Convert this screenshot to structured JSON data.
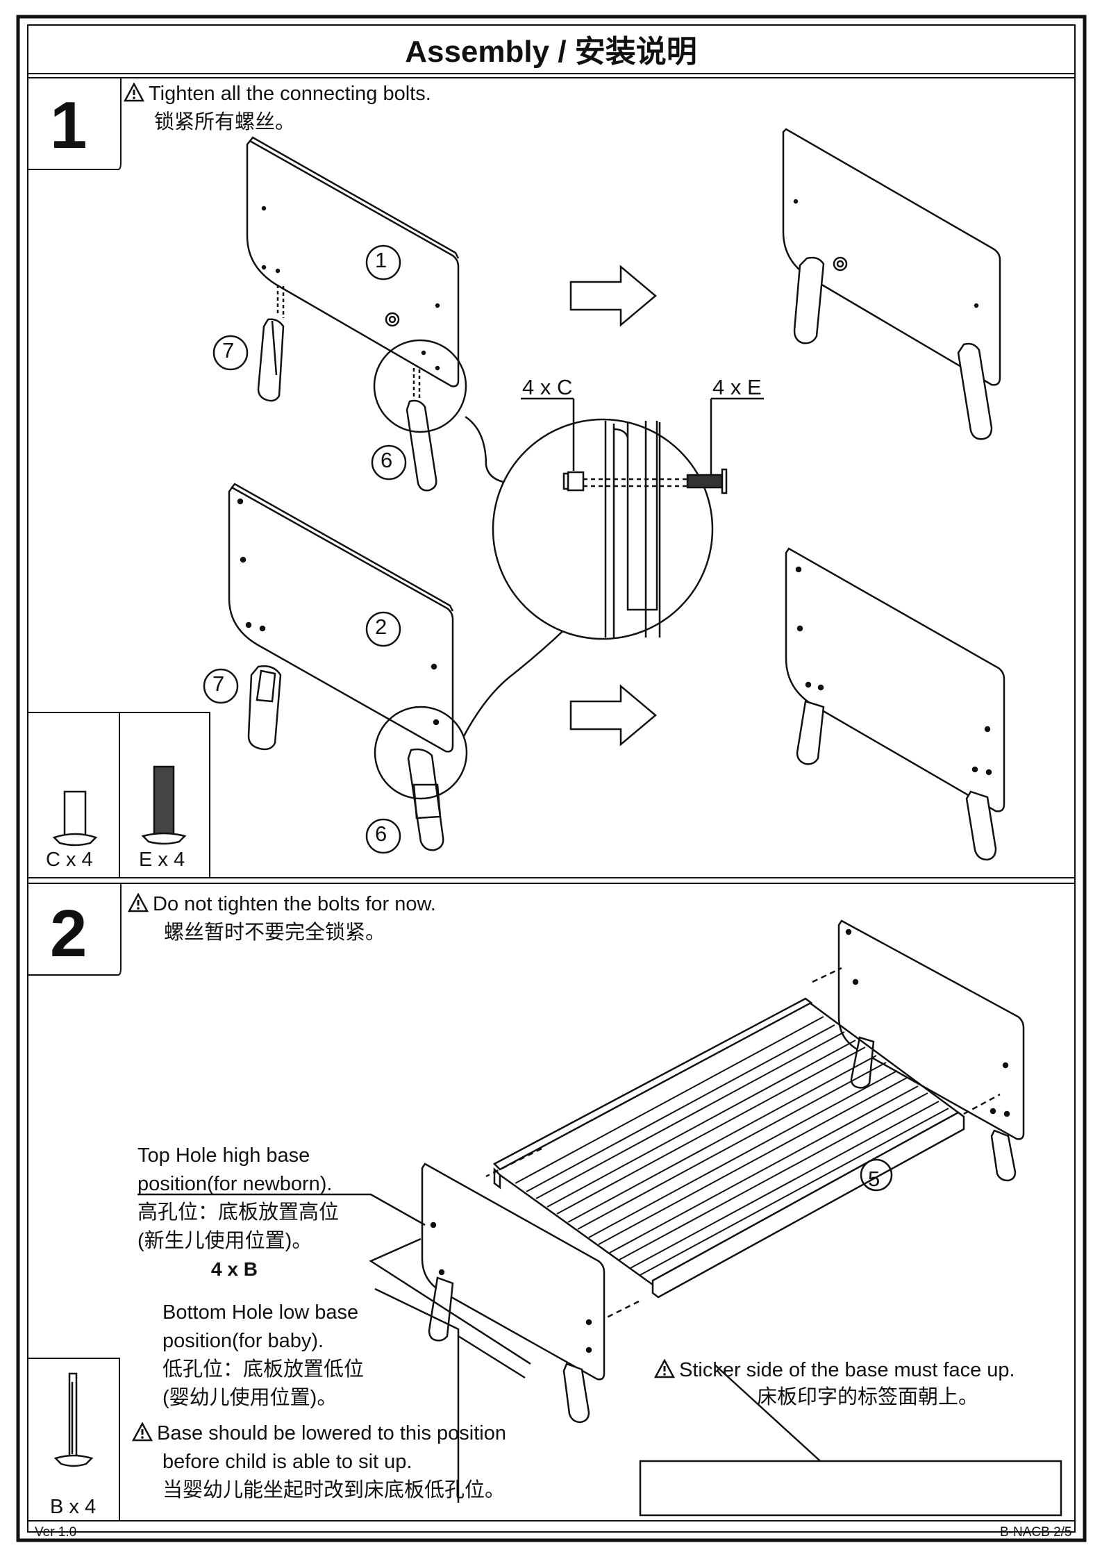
{
  "header": {
    "title": "Assembly / 安装说明"
  },
  "step1": {
    "number": "1",
    "warning_en": "Tighten all the connecting bolts.",
    "warning_cn": "锁紧所有螺丝。",
    "part_labels": [
      "1",
      "7",
      "6",
      "2",
      "7",
      "6"
    ],
    "callout_left": "4 x C",
    "callout_right": "4 x E",
    "hardware": [
      {
        "label": "C x 4",
        "icon": "barrel-nut-c-icon"
      },
      {
        "label": "E x 4",
        "icon": "bolt-e-icon"
      }
    ]
  },
  "step2": {
    "number": "2",
    "warning_en": "Do not tighten the bolts for now.",
    "warning_cn": "螺丝暂时不要完全锁紧。",
    "part_label": "5",
    "top_hole_lines": [
      "Top Hole high base",
      "position(for newborn).",
      "高孔位：底板放置高位",
      "(新生儿使用位置)。"
    ],
    "bolt_count": "4 x B",
    "bottom_hole_lines": [
      "Bottom Hole low base",
      "position(for baby).",
      "低孔位：底板放置低位",
      "(婴幼儿使用位置)。"
    ],
    "lower_warning_lines": [
      "Base should be lowered to this position",
      "before child is able to sit up.",
      "当婴幼儿能坐起时改到床底板低孔位。"
    ],
    "sticker_en": "Sticker side of the base must face up.",
    "sticker_cn": "床板印字的标签面朝上。",
    "hardware": {
      "label": "B x 4",
      "icon": "bolt-b-icon"
    }
  },
  "footer": {
    "version": "Ver 1.0",
    "page": "B-NACB 2/5"
  }
}
